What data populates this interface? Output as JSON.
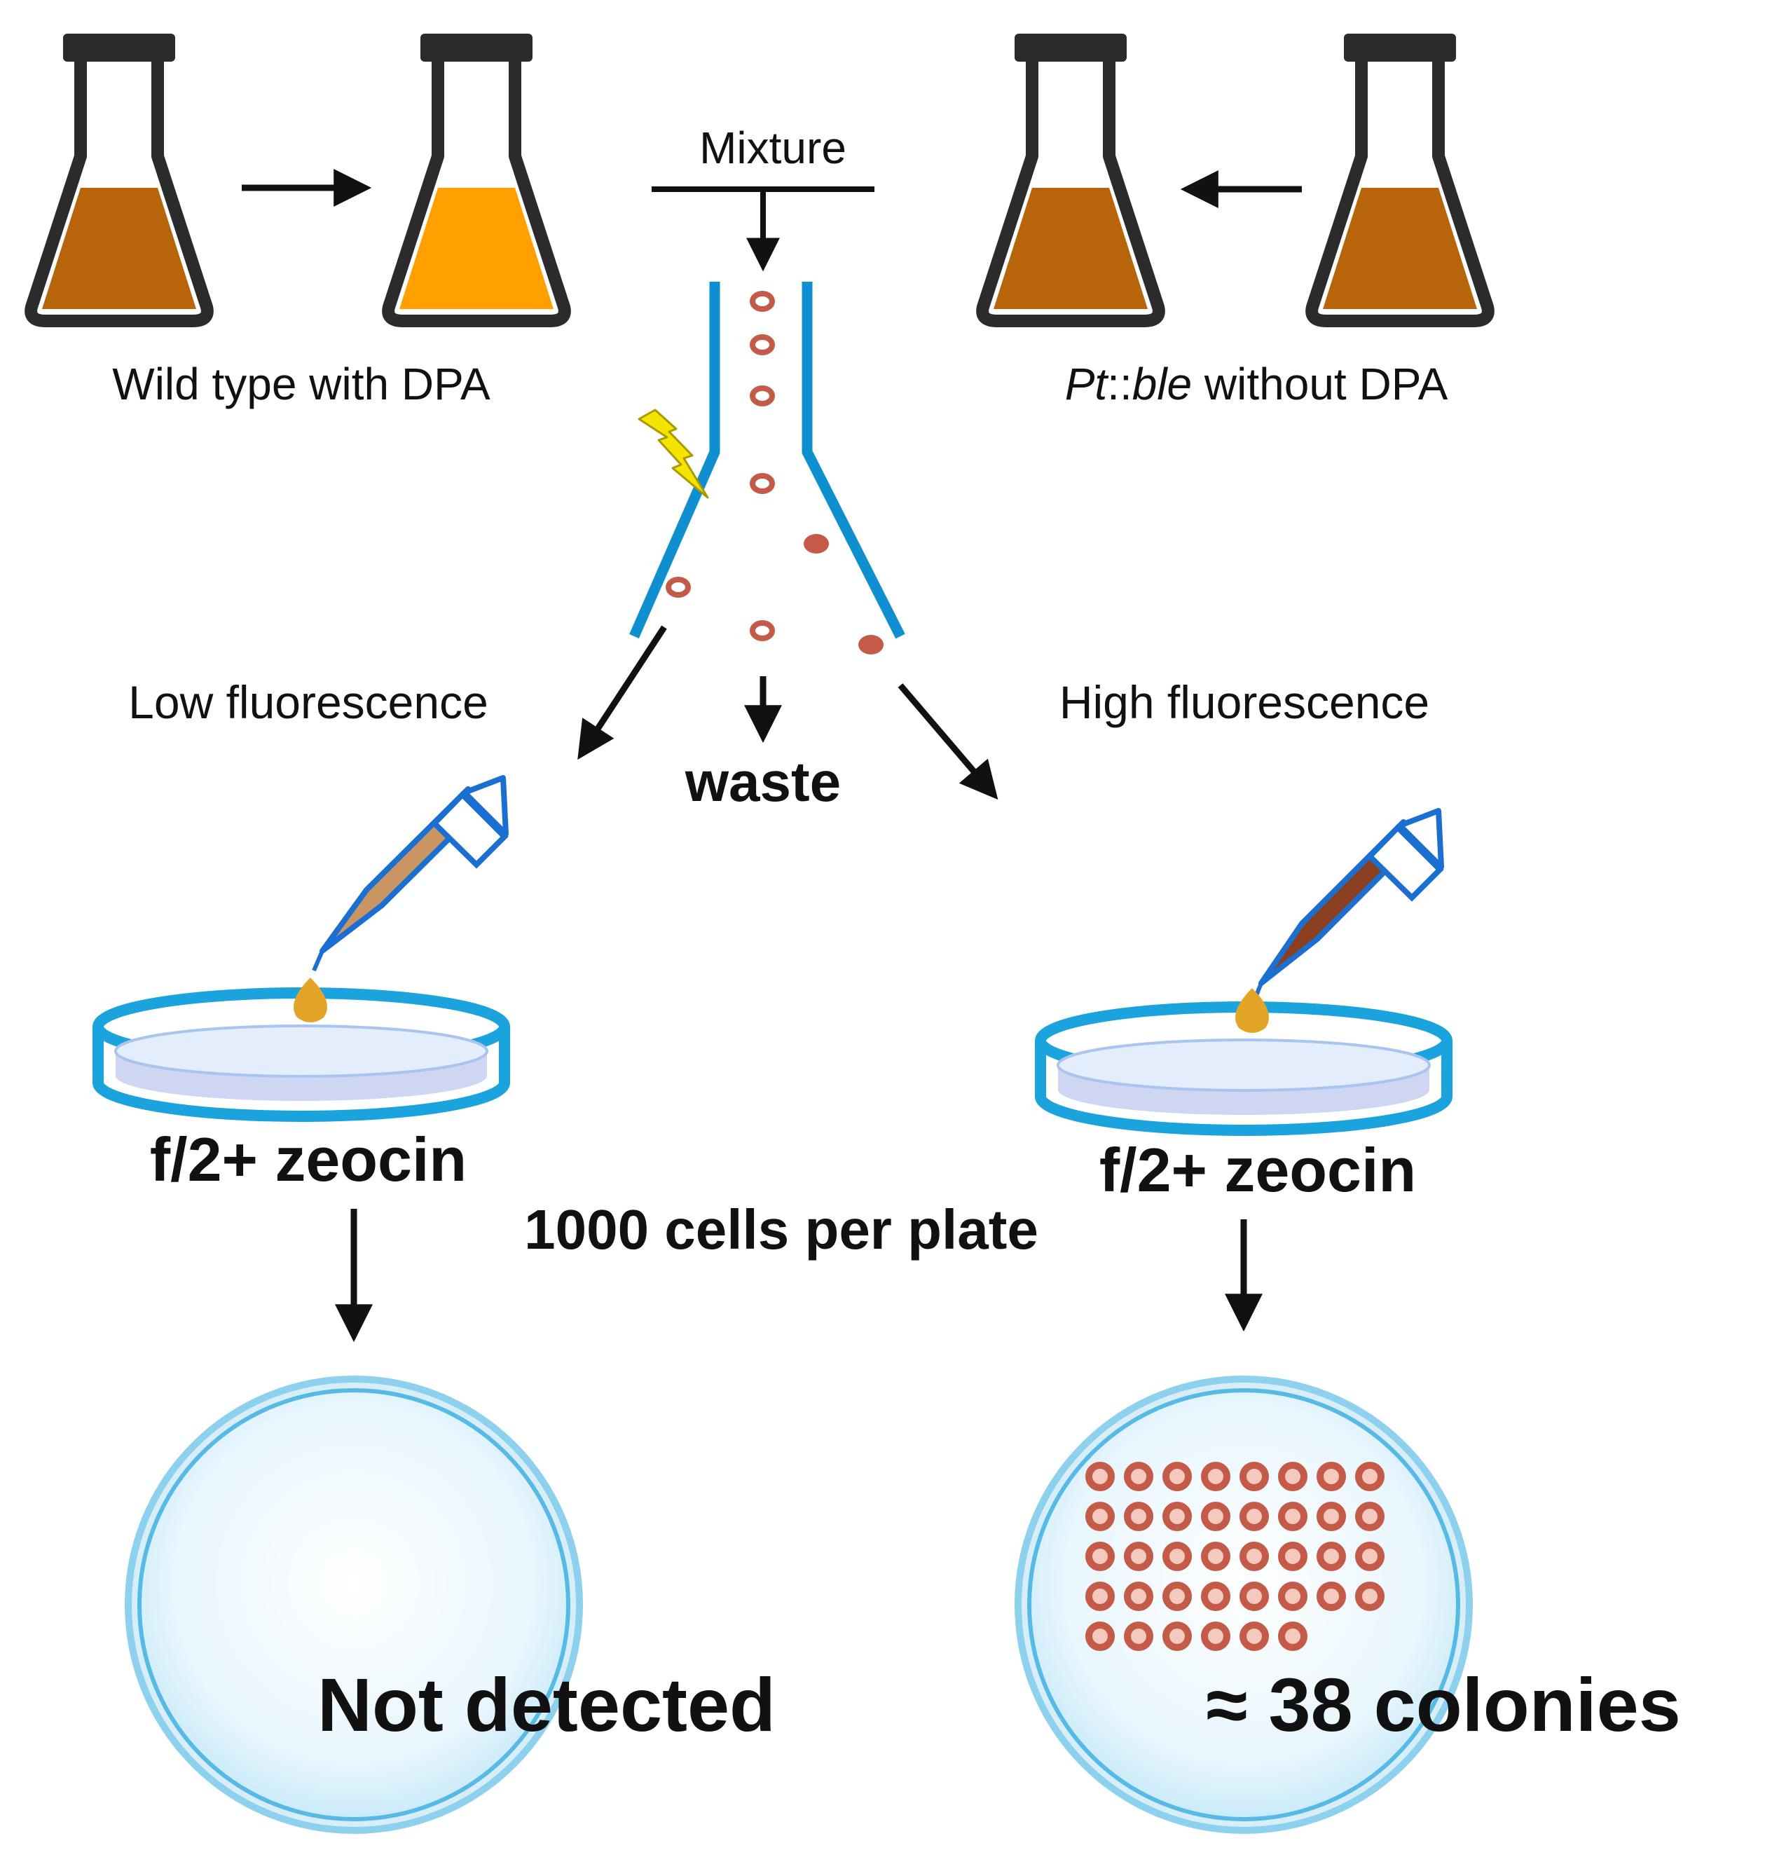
{
  "labels": {
    "mixture": "Mixture",
    "wild_type": "Wild type with DPA",
    "mutant_italic_1": "Pt",
    "mutant_sep": "::",
    "mutant_italic_2": "ble",
    "mutant_rest": " without DPA",
    "low_fluorescence": "Low fluorescence",
    "high_fluorescence": "High fluorescence",
    "waste": "waste",
    "plate_left": "f/2+ zeocin",
    "plate_right": "f/2+ zeocin",
    "cells_per_plate": "1000 cells per plate",
    "result_left": "Not detected",
    "result_right": "≈ 38 colonies"
  },
  "colony_count": 38,
  "icons": [
    "flask-icon",
    "sorter-nozzle-icon",
    "lightning-icon",
    "pipette-icon",
    "petri-dish-icon",
    "colony-dot"
  ],
  "colors": {
    "flask_frame": "#2b2b2b",
    "liquid_dark": "#b8640a",
    "liquid_light": "#ffa000",
    "sorter_blue": "#0f8fcf",
    "cell_red": "#c45a48",
    "plate_blue": "#1aa3dc",
    "agar": "#cfd6f2",
    "lightning": "#f5e400",
    "drop": "#e3a528"
  }
}
